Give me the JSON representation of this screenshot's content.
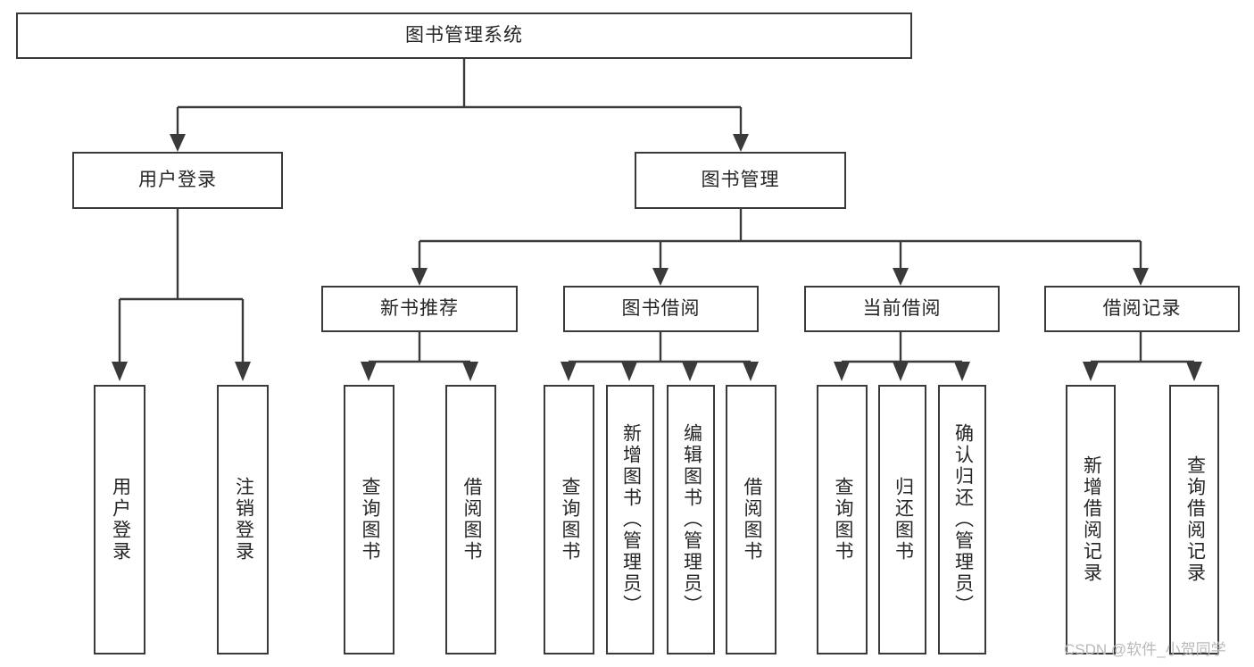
{
  "diagram": {
    "title": "图书管理系统",
    "type": "tree",
    "root": {
      "id": "root",
      "label": "图书管理系统"
    },
    "level1": [
      {
        "id": "user-login",
        "label": "用户登录"
      },
      {
        "id": "book-management",
        "label": "图书管理"
      }
    ],
    "level2": [
      {
        "id": "new-book-recommend",
        "label": "新书推荐",
        "parent": "book-management"
      },
      {
        "id": "book-borrow",
        "label": "图书借阅",
        "parent": "book-management"
      },
      {
        "id": "current-borrow",
        "label": "当前借阅",
        "parent": "book-management"
      },
      {
        "id": "borrow-record",
        "label": "借阅记录",
        "parent": "book-management"
      }
    ],
    "leaves": [
      {
        "id": "leaf-user-login",
        "label": "用户登录",
        "parent": "user-login"
      },
      {
        "id": "leaf-user-logout",
        "label": "注销登录",
        "parent": "user-login"
      },
      {
        "id": "leaf-query-book-1",
        "label": "查询图书",
        "parent": "new-book-recommend"
      },
      {
        "id": "leaf-borrow-book-1",
        "label": "借阅图书",
        "parent": "new-book-recommend"
      },
      {
        "id": "leaf-query-book-2",
        "label": "查询图书",
        "parent": "book-borrow"
      },
      {
        "id": "leaf-add-book",
        "label": "新增图书（管理员）",
        "parent": "book-borrow"
      },
      {
        "id": "leaf-edit-book",
        "label": "编辑图书（管理员）",
        "parent": "book-borrow"
      },
      {
        "id": "leaf-borrow-book-2",
        "label": "借阅图书",
        "parent": "book-borrow"
      },
      {
        "id": "leaf-query-book-3",
        "label": "查询图书",
        "parent": "current-borrow"
      },
      {
        "id": "leaf-return-book",
        "label": "归还图书",
        "parent": "current-borrow"
      },
      {
        "id": "leaf-confirm-return",
        "label": "确认归还（管理员）",
        "parent": "current-borrow"
      },
      {
        "id": "leaf-add-record",
        "label": "新增借阅记录",
        "parent": "borrow-record"
      },
      {
        "id": "leaf-query-record",
        "label": "查询借阅记录",
        "parent": "borrow-record"
      }
    ]
  },
  "watermark": {
    "text": "CSDN @软件_小贺同学"
  },
  "colors": {
    "stroke": "#3a3a3a",
    "text": "#262626",
    "background": "#ffffff",
    "watermark": "#b9b9b9"
  }
}
